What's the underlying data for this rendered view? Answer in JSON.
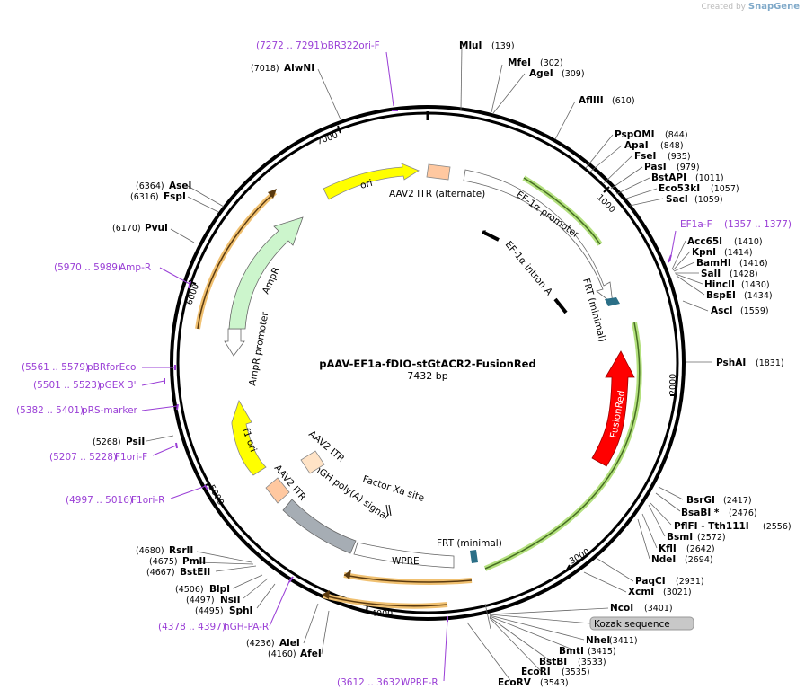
{
  "branding": {
    "prefix": "Created by",
    "name": "SnapGene"
  },
  "plasmid": {
    "name": "pAAV-EF1a-fDIO-stGtACR2-FusionRed",
    "size": "7432 bp",
    "length": 7432
  },
  "ticks": [
    "1000",
    "2000",
    "3000",
    "4000",
    "5000",
    "6000",
    "7000"
  ],
  "sites": [
    {
      "name": "MluI",
      "pos": "(139)"
    },
    {
      "name": "MfeI",
      "pos": "(302)"
    },
    {
      "name": "AgeI",
      "pos": "(309)"
    },
    {
      "name": "AflIII",
      "pos": "(610)"
    },
    {
      "name": "PspOMI",
      "pos": "(844)"
    },
    {
      "name": "ApaI",
      "pos": "(848)"
    },
    {
      "name": "FseI",
      "pos": "(935)"
    },
    {
      "name": "PasI",
      "pos": "(979)"
    },
    {
      "name": "BstAPI",
      "pos": "(1011)"
    },
    {
      "name": "Eco53kI",
      "pos": "(1057)"
    },
    {
      "name": "SacI",
      "pos": "(1059)"
    },
    {
      "name": "Acc65I",
      "pos": "(1410)"
    },
    {
      "name": "KpnI",
      "pos": "(1414)"
    },
    {
      "name": "BamHI",
      "pos": "(1416)"
    },
    {
      "name": "SalI",
      "pos": "(1428)"
    },
    {
      "name": "HincII",
      "pos": "(1430)"
    },
    {
      "name": "BspEI",
      "pos": "(1434)"
    },
    {
      "name": "AscI",
      "pos": "(1559)"
    },
    {
      "name": "PshAI",
      "pos": "(1831)"
    },
    {
      "name": "BsrGI",
      "pos": "(2417)"
    },
    {
      "name": "BsaBI *",
      "pos": "(2476)"
    },
    {
      "name": "PflFI - Tth111I",
      "pos": "(2556)"
    },
    {
      "name": "BsmI",
      "pos": "(2572)"
    },
    {
      "name": "KflI",
      "pos": "(2642)"
    },
    {
      "name": "NdeI",
      "pos": "(2694)"
    },
    {
      "name": "PaqCI",
      "pos": "(2931)"
    },
    {
      "name": "XcmI",
      "pos": "(3021)"
    },
    {
      "name": "NcoI",
      "pos": "(3401)"
    },
    {
      "name": "NheI",
      "pos": "(3411)"
    },
    {
      "name": "BmtI",
      "pos": "(3415)"
    },
    {
      "name": "BstBI",
      "pos": "(3533)"
    },
    {
      "name": "EcoRI",
      "pos": "(3535)"
    },
    {
      "name": "EcoRV",
      "pos": "(3543)"
    },
    {
      "name": "AfeI",
      "pos": "(4160)"
    },
    {
      "name": "AleI",
      "pos": "(4236)"
    },
    {
      "name": "SphI",
      "pos": "(4495)"
    },
    {
      "name": "NsiI",
      "pos": "(4497)"
    },
    {
      "name": "BlpI",
      "pos": "(4506)"
    },
    {
      "name": "BstEII",
      "pos": "(4667)"
    },
    {
      "name": "PmlI",
      "pos": "(4675)"
    },
    {
      "name": "RsrII",
      "pos": "(4680)"
    },
    {
      "name": "PsiI",
      "pos": "(5268)"
    },
    {
      "name": "PvuI",
      "pos": "(6170)"
    },
    {
      "name": "FspI",
      "pos": "(6316)"
    },
    {
      "name": "AseI",
      "pos": "(6364)"
    },
    {
      "name": "AlwNI",
      "pos": "(7018)"
    }
  ],
  "primers": [
    {
      "label": "pBR322ori-F",
      "range": "(7272 .. 7291)"
    },
    {
      "label": "EF1a-F",
      "range": "(1357 .. 1377)"
    },
    {
      "label": "Amp-R",
      "range": "(5970 .. 5989)"
    },
    {
      "label": "pBRforEco",
      "range": "(5561 .. 5579)"
    },
    {
      "label": "pGEX 3'",
      "range": "(5501 .. 5523)"
    },
    {
      "label": "pRS-marker",
      "range": "(5382 .. 5401)"
    },
    {
      "label": "F1ori-F",
      "range": "(5207 .. 5228)"
    },
    {
      "label": "F1ori-R",
      "range": "(4997 .. 5016)"
    },
    {
      "label": "hGH-PA-R",
      "range": "(4378 .. 4397)"
    },
    {
      "label": "WPRE-R",
      "range": "(3612 .. 3632)"
    }
  ],
  "kozak": "Kozak sequence",
  "features": {
    "ori": "ori",
    "itr_alt": "AAV2 ITR (alternate)",
    "ef1a_promoter": "EF-1α promoter",
    "ef1a_intron": "EF-1α intron A",
    "frt1": "FRT (minimal)",
    "fusionred": "FusionRed",
    "frt2": "FRT (minimal)",
    "wpre": "WPRE",
    "factor_xa": "Factor Xa site",
    "hgh": "hGH poly(A) signal",
    "itr1": "AAV2 ITR",
    "itr2": "AAV2 ITR",
    "f1ori": "f1 ori",
    "ampr_promoter": "AmpR promoter",
    "ampr": "AmpR"
  },
  "colors": {
    "ori": "#ffff00",
    "ampr": "#ccf5cc",
    "fusionred": "#ff0000",
    "itr": "#ffc8a0",
    "primer": "#9a3fd6",
    "orf_glow": "#8ed14c",
    "orf_glow2": "#f0c070",
    "hgh": "#a6adb4"
  }
}
